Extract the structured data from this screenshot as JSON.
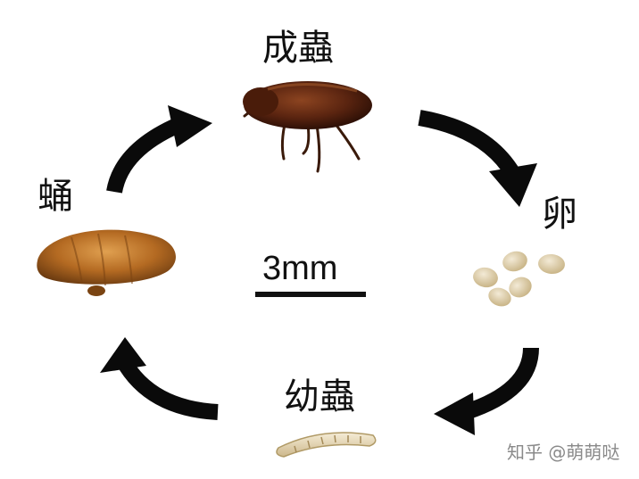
{
  "stages": {
    "adult": "成蟲",
    "egg": "卵",
    "pupa": "蛹",
    "larva": "幼蟲"
  },
  "scale_bar": "3mm",
  "watermark": "知乎 @萌萌哒",
  "colors": {
    "arrow": "#0a0a0a",
    "adult_body": "#5a2410",
    "egg": "#d9c9a4",
    "pupa": "#b46a22",
    "larva": "#e8dcc0"
  }
}
